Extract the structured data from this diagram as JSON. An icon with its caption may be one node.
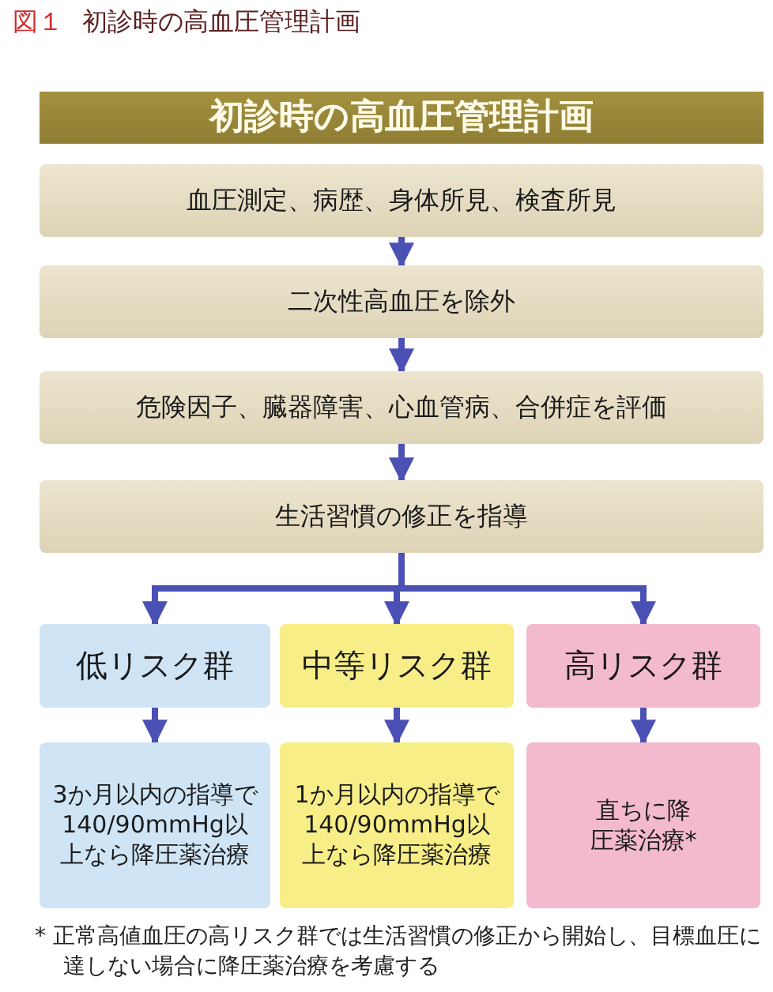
{
  "diagram": {
    "title": "初診時の高血圧管理計画",
    "nodes": [
      {
        "text": [
          "初診時の高血圧管理計画"
        ]
      },
      {
        "text": [
          "血圧測定、病歴、身体所見、検査所見"
        ]
      },
      {
        "text": [
          "二次性高血圧を除外"
        ]
      },
      {
        "text": [
          "危険因子、臓器障害、心血管病、合併症を評価"
        ]
      },
      {
        "text": [
          "生活習慣の修正を指導"
        ]
      },
      {
        "text": [
          "低リスク群"
        ]
      },
      {
        "text": [
          "中等リスク群"
        ]
      },
      {
        "text": [
          "高リスク群"
        ]
      },
      {
        "text": [
          "3か月以内の指導で140/90mmHg以上なら降圧薬治療"
        ]
      },
      {
        "text": [
          "1か月以内の指導で140/90mmHg以上なら降圧薬治療"
        ]
      },
      {
        "text": [
          "直ちに降圧薬治療*"
        ]
      }
    ],
    "edges": [
      {
        "from": 1,
        "to": 2,
        "arrow": "to"
      },
      {
        "from": 2,
        "to": 3,
        "arrow": "to"
      },
      {
        "from": 3,
        "to": 4,
        "arrow": "to"
      },
      {
        "from": 4,
        "to": 5,
        "arrow": "to"
      },
      {
        "from": 4,
        "to": 6,
        "arrow": "to"
      },
      {
        "from": 4,
        "to": 7,
        "arrow": "to"
      },
      {
        "from": 5,
        "to": 8,
        "arrow": "to"
      },
      {
        "from": 6,
        "to": 9,
        "arrow": "to"
      },
      {
        "from": 7,
        "to": 10,
        "arrow": "to"
      }
    ],
    "labels": [
      "図１",
      "* 正常高値血圧の高リスク群では生活習慣の修正から開始し、目標血圧に達しない場合に降圧薬治療を考慮する"
    ]
  }
}
